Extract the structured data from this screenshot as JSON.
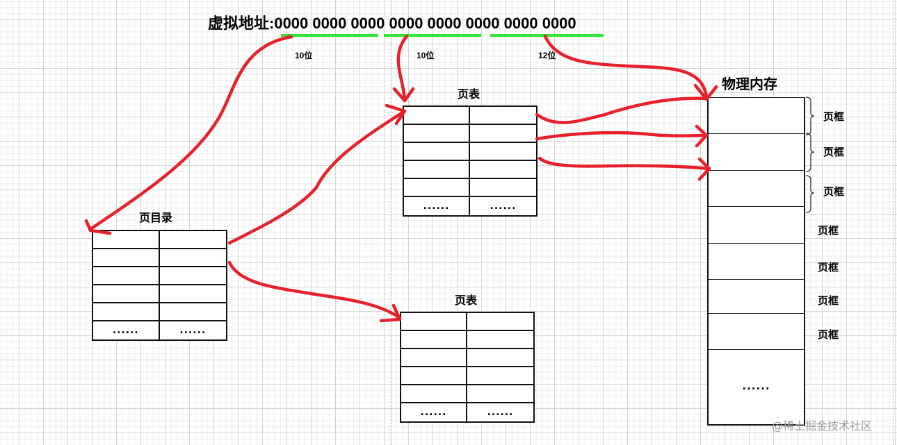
{
  "virtual_address": {
    "label": "虚拟地址:",
    "bits": "0000 0000 0000 0000 0000 0000 0000 0000",
    "segments": [
      {
        "label": "10位",
        "color": "#33e633"
      },
      {
        "label": "10位",
        "color": "#33e633"
      },
      {
        "label": "12位",
        "color": "#33e633"
      }
    ]
  },
  "page_directory": {
    "title": "页目录",
    "rows": [
      [
        "",
        ""
      ],
      [
        "",
        ""
      ],
      [
        "",
        ""
      ],
      [
        "",
        ""
      ],
      [
        "",
        ""
      ],
      [
        "......",
        "......"
      ]
    ]
  },
  "page_tables": [
    {
      "title": "页表",
      "rows": [
        [
          "",
          ""
        ],
        [
          "",
          ""
        ],
        [
          "",
          ""
        ],
        [
          "",
          ""
        ],
        [
          "",
          ""
        ],
        [
          "......",
          "......"
        ]
      ]
    },
    {
      "title": "页表",
      "rows": [
        [
          "",
          ""
        ],
        [
          "",
          ""
        ],
        [
          "",
          ""
        ],
        [
          "",
          ""
        ],
        [
          "",
          ""
        ],
        [
          "......",
          "......"
        ]
      ]
    }
  ],
  "physical_memory": {
    "title": "物理内存",
    "frame_labels": [
      "页框",
      "页框",
      "页框",
      "页框",
      "页框",
      "页框",
      "页框"
    ],
    "ellipsis": "......"
  },
  "colors": {
    "arrow": "#e8202a",
    "bit_segment": "#33e633",
    "border": "#111111"
  },
  "watermark": "@稀土掘金技术社区"
}
